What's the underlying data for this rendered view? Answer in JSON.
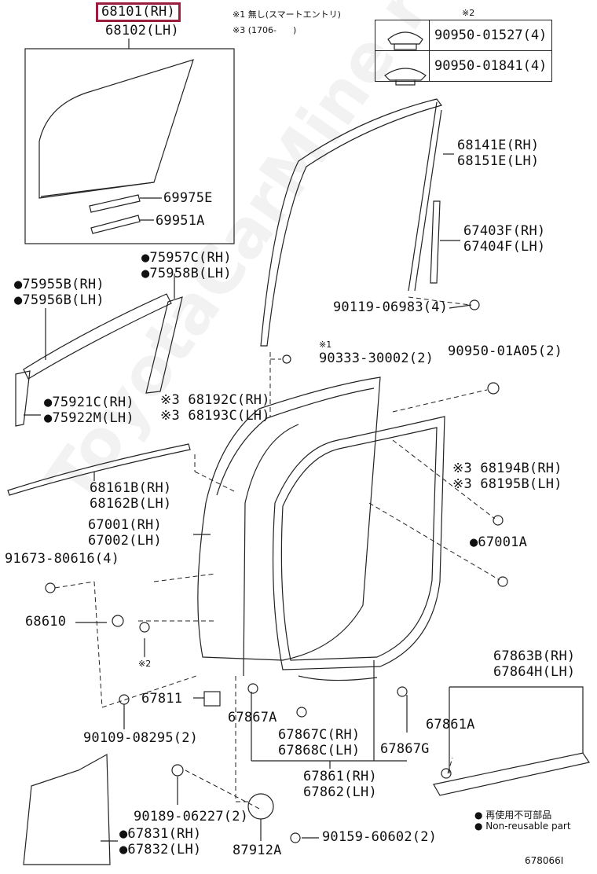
{
  "header": {
    "highlighted_part": "68101(RH)",
    "highlighted_part_pair": "68102(LH)",
    "note1": "※1 無し(スマートエントリ)",
    "note3": "※3 (1706-      )",
    "note2_mark": "※2"
  },
  "parts_table": [
    {
      "icon": "clip-icon",
      "code": "90950-01527(4)"
    },
    {
      "icon": "clip-icon",
      "code": "90950-01841(4)"
    }
  ],
  "labels": {
    "p69975E": "69975E",
    "p69951A": "69951A",
    "p75957C": "●75957C(RH)",
    "p75958B": "●75958B(LH)",
    "p75955B": "●75955B(RH)",
    "p75956B": "●75956B(LH)",
    "p75921C": "●75921C(RH)",
    "p75922M": "●75922M(LH)",
    "p68192C": "※3 68192C(RH)",
    "p68193C": "※3 68193C(LH)",
    "p68161B": "68161B(RH)",
    "p68162B": "68162B(LH)",
    "p67001": "67001(RH)",
    "p67002": "67002(LH)",
    "p91673": "91673-80616(4)",
    "p68610": "68610",
    "mark2": "※2",
    "p67811": "67811",
    "p90109": "90109-08295(2)",
    "p67867A": "67867A",
    "p67867C": "67867C(RH)",
    "p67868C": "67868C(LH)",
    "p67867G": "67867G",
    "p67861": "67861(RH)",
    "p67862": "67862(LH)",
    "p90189": "90189-06227(2)",
    "p67831": "●67831(RH)",
    "p67832": "●67832(LH)",
    "p87912A": "87912A",
    "p90159": "90159-60602(2)",
    "p68141E": "68141E(RH)",
    "p68151E": "68151E(LH)",
    "p67403F": "67403F(RH)",
    "p67404F": "67404F(LH)",
    "p90119": "90119-06983(4)",
    "mark1": "※1",
    "p90333": "90333-30002(2)",
    "p90950A05": "90950-01A05(2)",
    "p68194B": "※3 68194B(RH)",
    "p68195B": "※3 68195B(LH)",
    "p67001A": "●67001A",
    "p67863B": "67863B(RH)",
    "p67864H": "67864H(LH)",
    "p67861A": "67861A"
  },
  "legend": {
    "jp": "● 再使用不可部品",
    "en": "● Non-reusable part"
  },
  "figure_id": "678066I",
  "watermark": "ToyotaCarMine.ru"
}
